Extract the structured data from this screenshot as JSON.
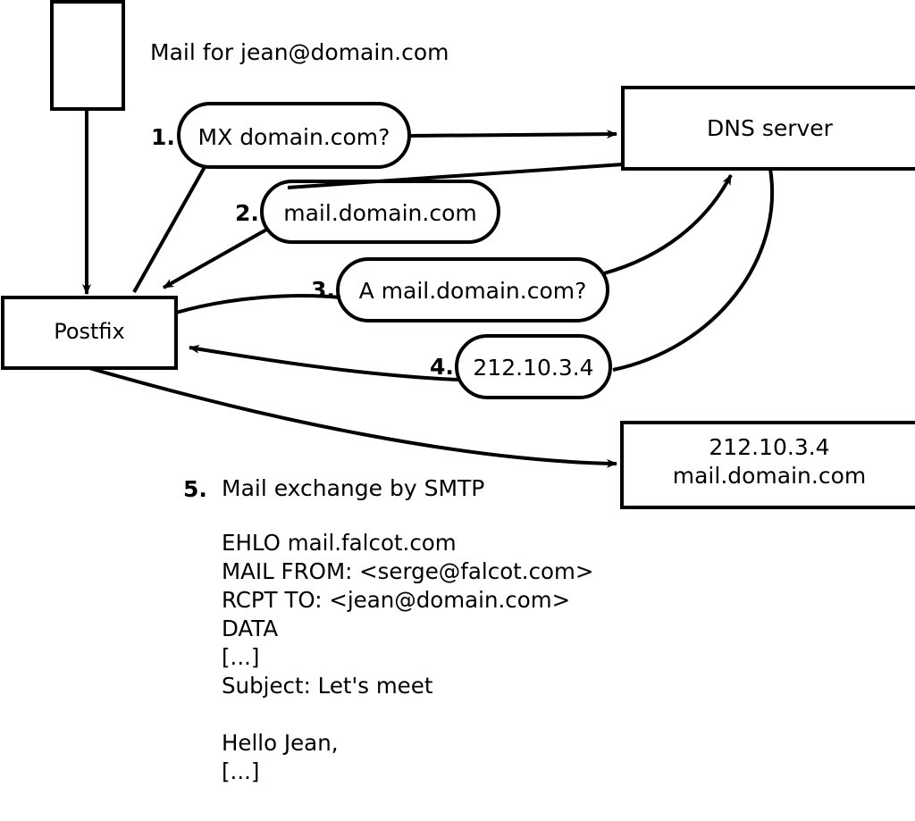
{
  "diagram": {
    "title_caption": "Mail for jean@domain.com",
    "nodes": [
      {
        "id": "sender",
        "label": "",
        "shape": "rect"
      },
      {
        "id": "postfix",
        "label": "Postfix",
        "shape": "rect"
      },
      {
        "id": "dns",
        "label": "DNS server",
        "shape": "rect"
      },
      {
        "id": "mailserver",
        "line1": "212.10.3.4",
        "line2": "mail.domain.com",
        "shape": "rect"
      }
    ],
    "steps": [
      {
        "num": "1.",
        "label": "MX domain.com?",
        "shape": "rounded"
      },
      {
        "num": "2.",
        "label": "mail.domain.com",
        "shape": "rounded"
      },
      {
        "num": "3.",
        "label": "A mail.domain.com?",
        "shape": "rounded"
      },
      {
        "num": "4.",
        "label": "212.10.3.4",
        "shape": "rounded"
      },
      {
        "num": "5.",
        "label": "Mail exchange by SMTP",
        "shape": "text"
      }
    ],
    "smtp_transcript": [
      "EHLO mail.falcot.com",
      "MAIL FROM: <serge@falcot.com>",
      "RCPT TO: <jean@domain.com>",
      "DATA",
      "[...]",
      "Subject: Let's meet",
      "",
      "Hello Jean,",
      "[...]",
      "."
    ],
    "colors": {
      "stroke": "#000000",
      "fill": "#ffffff",
      "background": "#ffffff"
    }
  }
}
